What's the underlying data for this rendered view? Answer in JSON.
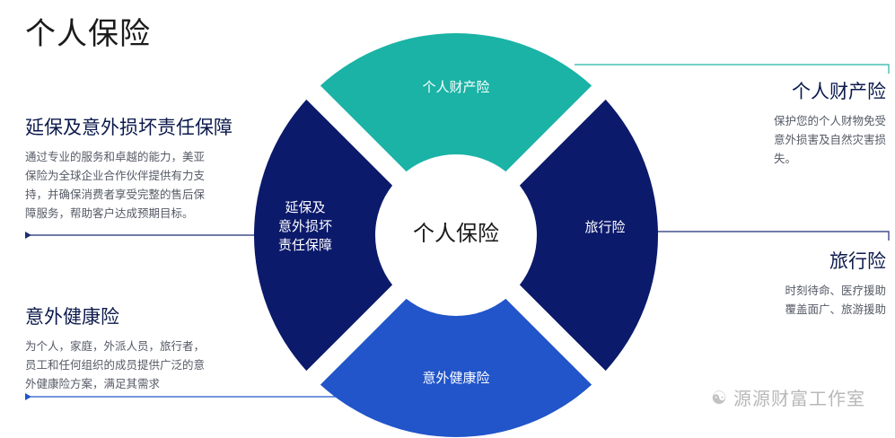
{
  "title": "个人保险",
  "center": "个人保险",
  "segments": {
    "top": "个人财产险",
    "right": "旅行险",
    "bottom": "意外健康险",
    "left": [
      "延保及",
      "意外损坏",
      "责任保障"
    ]
  },
  "blocks": {
    "property": {
      "heading": "个人财产险",
      "lines": [
        "保护您的个人财物免受",
        "意外损害及自然灾害损",
        "失。"
      ]
    },
    "travel": {
      "heading": "旅行险",
      "lines": [
        "时刻待命、医疗援助",
        "覆盖面广、旅游援助"
      ]
    },
    "warranty": {
      "heading": "延保及意外损坏责任保障",
      "lines": [
        "通过专业的服务和卓越的能力，美亚",
        "保险为全球企业合作伙伴提供有力支",
        "持，并确保消费者享受完整的售后保",
        "障服务，帮助客户达成预期目标。"
      ]
    },
    "accident": {
      "heading": "意外健康险",
      "lines": [
        "为个人，家庭，外派人员，旅行者，",
        "员工和任何组织的成员提供广泛的意",
        "外健康险方案，满足其需求"
      ]
    }
  },
  "watermark": "源源财富工作室",
  "colors": {
    "teal": "#1ab3a6",
    "navy": "#0c1a6b",
    "blue": "#2155c9",
    "line_teal": "#24b3a6",
    "line_navy": "#1d2d75"
  }
}
